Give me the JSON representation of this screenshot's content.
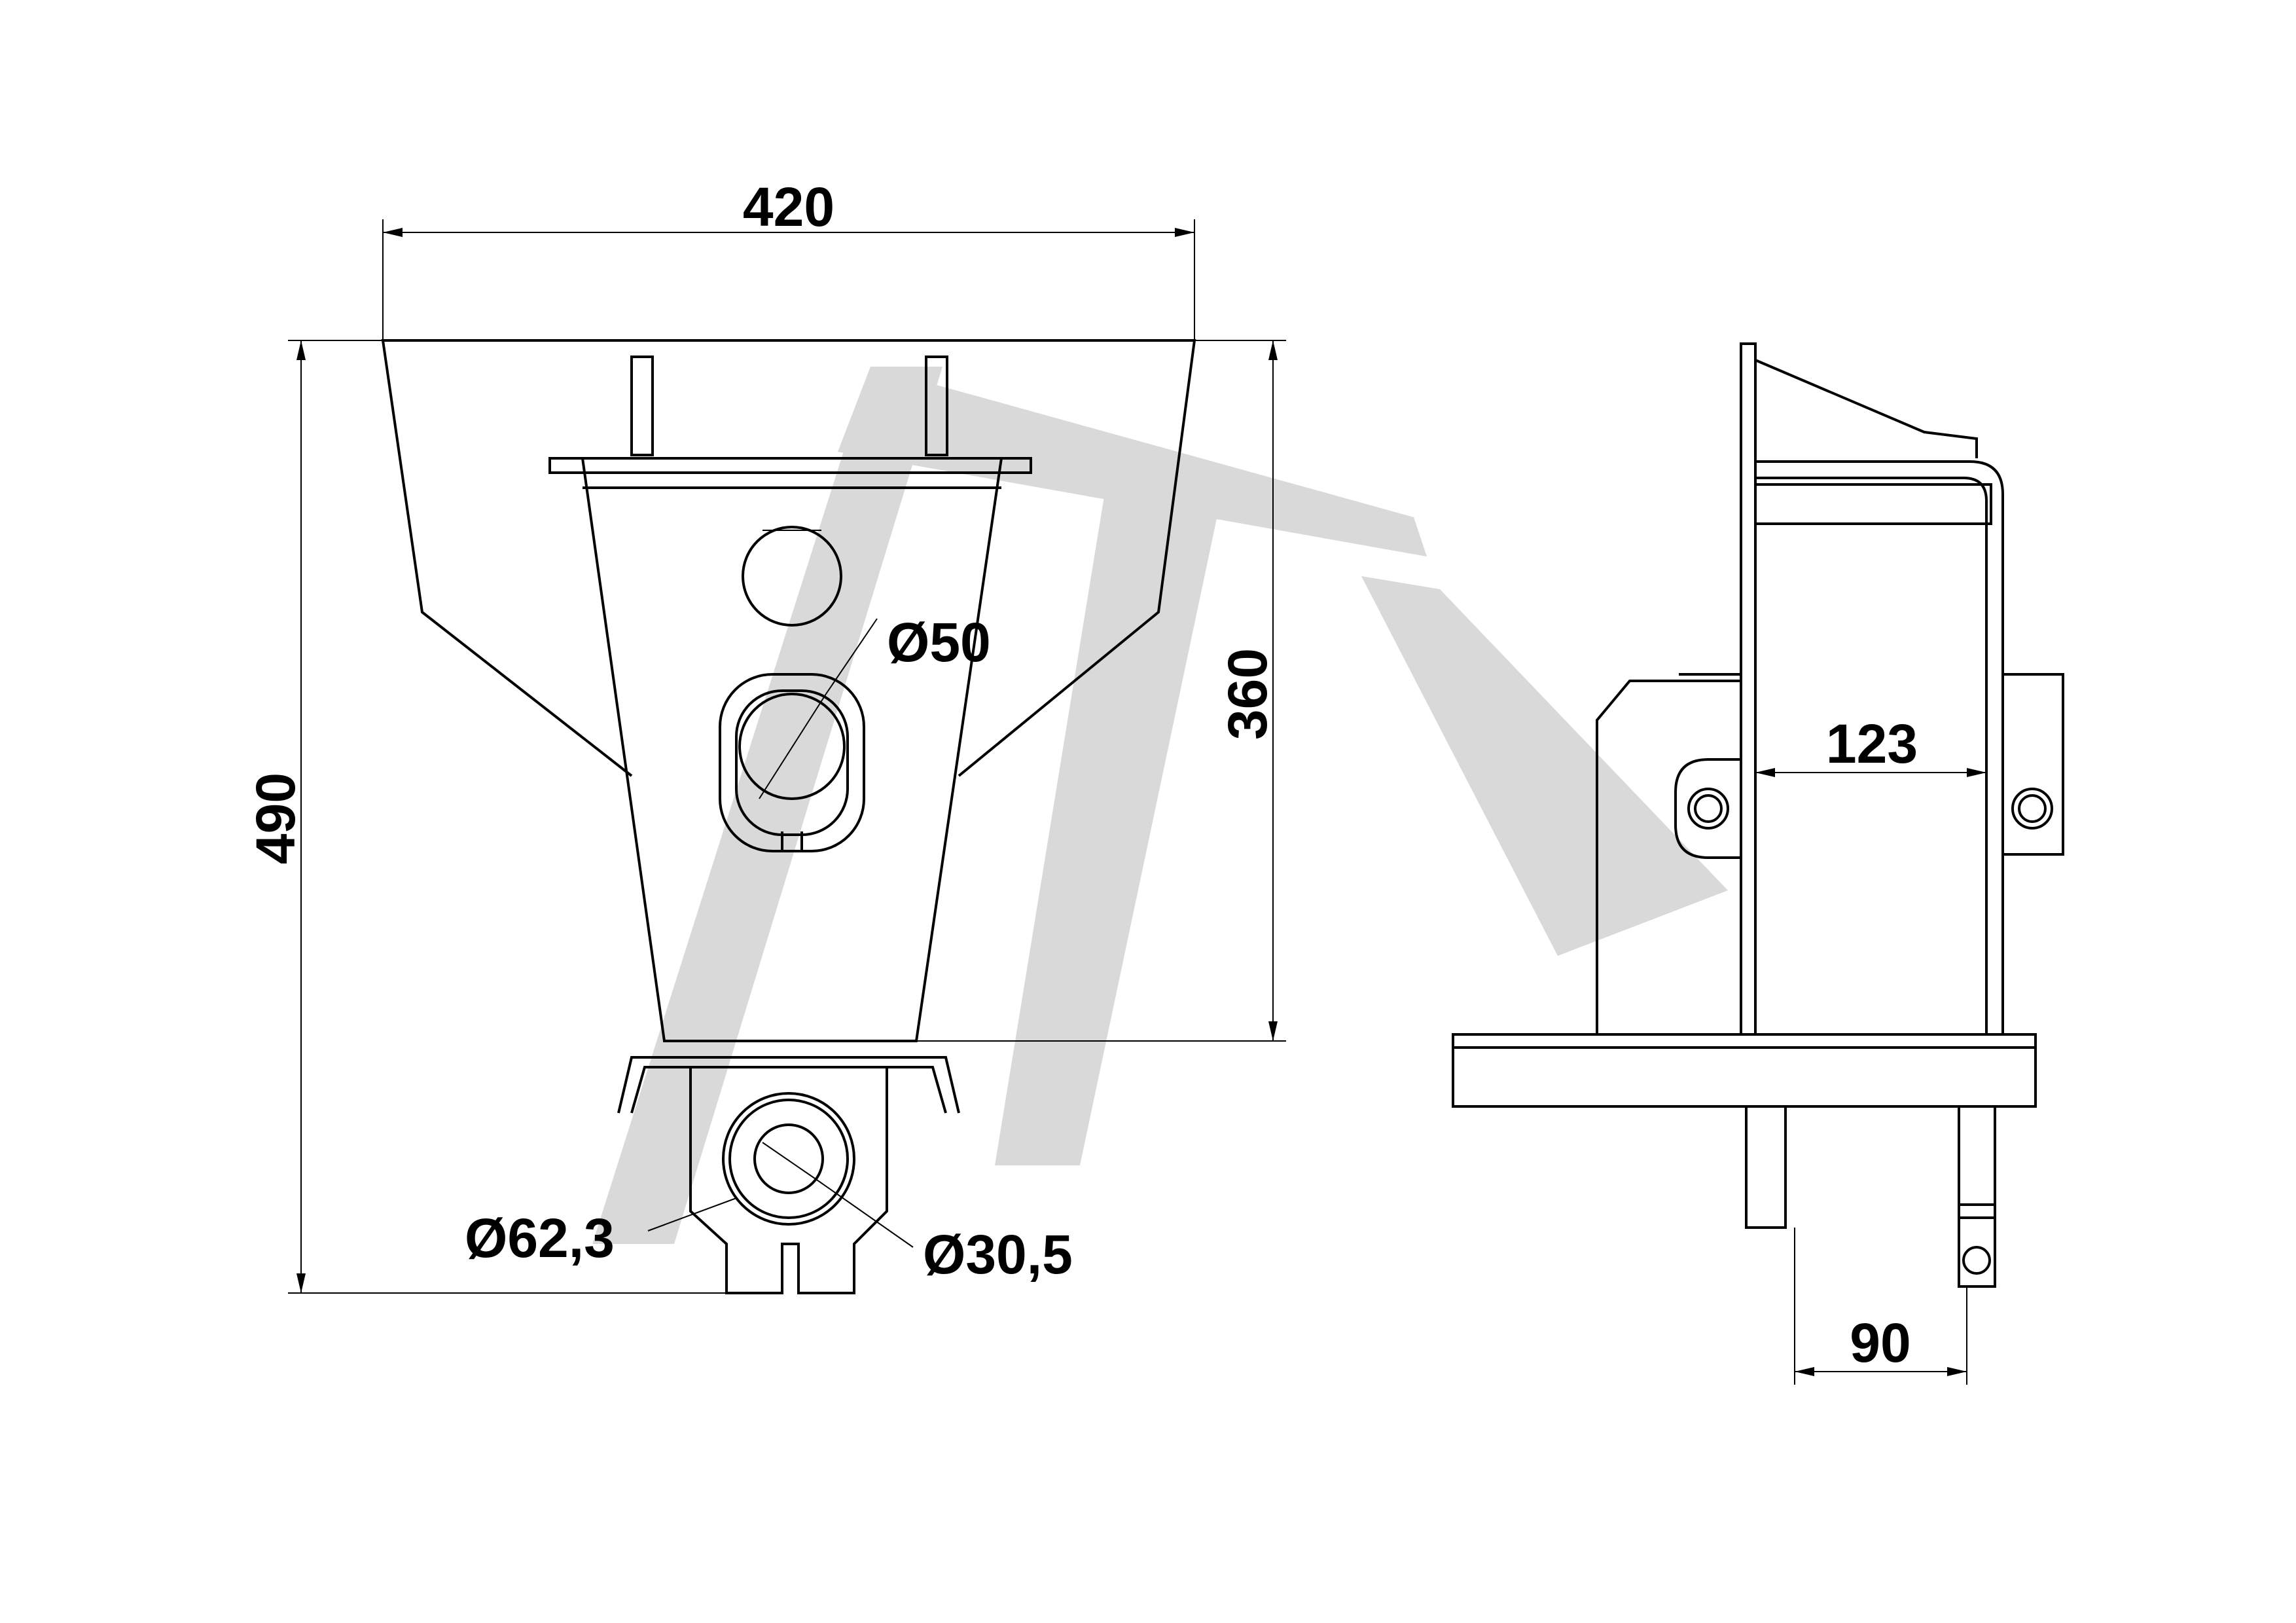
{
  "dimensions": {
    "width_top": "420",
    "height_total": "490",
    "height_body": "360",
    "dia_hole": "Ø50",
    "dia_ring_outer": "Ø62,3",
    "dia_ring_inner": "Ø30,5",
    "side_width": "123",
    "side_pin_offset": "90"
  },
  "colors": {
    "line": "#000000",
    "watermark": "#d9d9d9"
  }
}
